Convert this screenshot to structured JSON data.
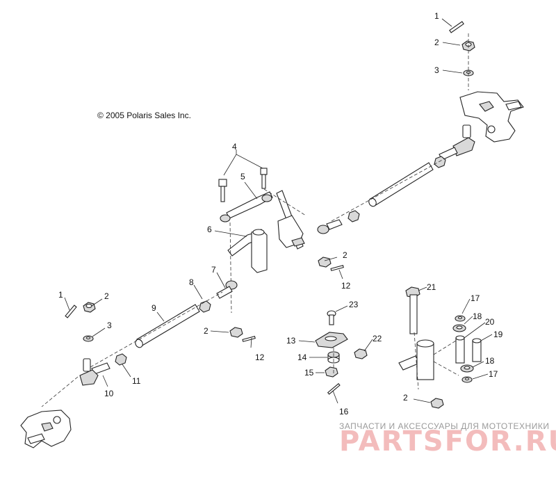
{
  "copyright": "© 2005 Polaris Sales Inc.",
  "watermark": {
    "tagline": "ЗАПЧАСТИ И АКСЕССУАРЫ ДЛЯ МОТОТЕХНИКИ",
    "brand": "PARTSFOR.RU"
  },
  "callouts": {
    "c1a": "1",
    "c2a": "2",
    "c3a": "3",
    "c4": "4",
    "c5": "5",
    "c6": "6",
    "c7": "7",
    "c8": "8",
    "c9": "9",
    "c1b": "1",
    "c2b": "2",
    "c3b": "3",
    "c10": "10",
    "c11": "11",
    "c2c": "2",
    "c12a": "12",
    "c2d": "2",
    "c12b": "12",
    "c13": "13",
    "c14": "14",
    "c15": "15",
    "c16": "16",
    "c22": "22",
    "c23": "23",
    "c21": "21",
    "c17a": "17",
    "c18a": "18",
    "c20": "20",
    "c19": "19",
    "c18b": "18",
    "c17b": "17",
    "c2e": "2"
  }
}
